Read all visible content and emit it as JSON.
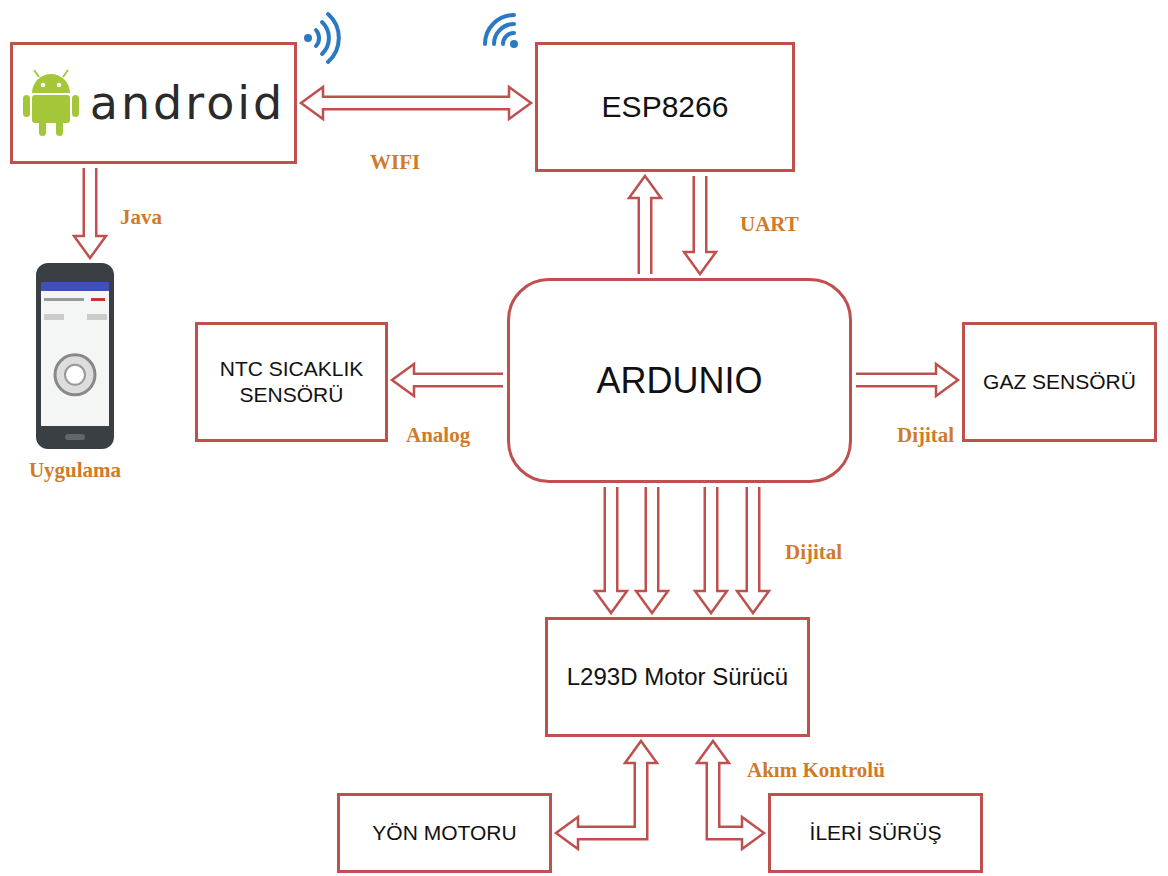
{
  "diagram": {
    "nodes": [
      {
        "text": [
          "android"
        ]
      },
      {
        "text": [
          "ESP8266"
        ]
      },
      {
        "text": [
          "Uygulama"
        ]
      },
      {
        "text": [
          "ARDUNIO"
        ]
      },
      {
        "text": [
          "NTC SICAKLIK SENSÖRÜ"
        ]
      },
      {
        "text": [
          "GAZ SENSÖRÜ"
        ]
      },
      {
        "text": [
          "L293D Motor Sürücü"
        ]
      },
      {
        "text": [
          "YÖN MOTORU"
        ]
      },
      {
        "text": [
          "İLERİ SÜRÜŞ"
        ]
      }
    ],
    "edges": [
      {
        "from": 0,
        "to": 1,
        "arrow": "both",
        "label": "WIFI"
      },
      {
        "from": 0,
        "to": 2,
        "arrow": "to",
        "label": "Java"
      },
      {
        "from": 3,
        "to": 1,
        "arrow": "to"
      },
      {
        "from": 1,
        "to": 3,
        "arrow": "to",
        "label": "UART"
      },
      {
        "from": 3,
        "to": 4,
        "arrow": "to",
        "label": "Analog"
      },
      {
        "from": 3,
        "to": 5,
        "arrow": "to",
        "label": "Dijital"
      },
      {
        "from": 3,
        "to": 6,
        "arrow": "to"
      },
      {
        "from": 3,
        "to": 6,
        "arrow": "to"
      },
      {
        "from": 3,
        "to": 6,
        "arrow": "to"
      },
      {
        "from": 3,
        "to": 6,
        "arrow": "to",
        "label": "Dijital"
      },
      {
        "from": 6,
        "to": 7,
        "arrow": "both"
      },
      {
        "from": 6,
        "to": 8,
        "arrow": "both",
        "label": "Akım Kontrolü"
      }
    ]
  }
}
